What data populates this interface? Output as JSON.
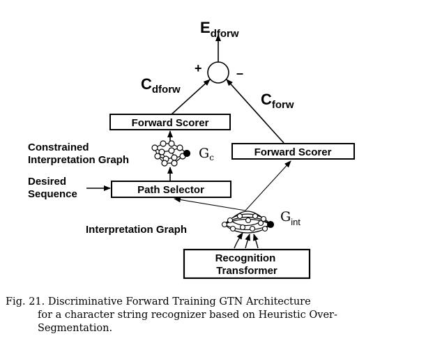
{
  "output": {
    "base": "E",
    "sub": "dforw"
  },
  "plus": "+",
  "minus": "–",
  "c_left": {
    "base": "C",
    "sub": "dforw"
  },
  "c_right": {
    "base": "C",
    "sub": "forw"
  },
  "boxes": {
    "forward_scorer_top": "Forward  Scorer",
    "forward_scorer_right": "Forward Scorer",
    "path_selector": "Path Selector",
    "recognition_line1": "Recognition",
    "recognition_line2": "Transformer"
  },
  "labels": {
    "constrained_line1": "Constrained",
    "constrained_line2": "Interpretation Graph",
    "desired_line1": "Desired",
    "desired_line2": "Sequence",
    "interpretation_graph": "Interpretation Graph"
  },
  "graph_labels": {
    "gc": {
      "base": "G",
      "sub": "c"
    },
    "gint": {
      "base": "G",
      "sub": "int"
    }
  },
  "caption": {
    "fig": "Fig. 21.",
    "words_line1": [
      "Discriminative",
      "Forward",
      "Training",
      "GTN",
      "Architecture"
    ],
    "line2": "for a character string recognizer based on Heuristic Over-",
    "line3": "Segmentation."
  }
}
